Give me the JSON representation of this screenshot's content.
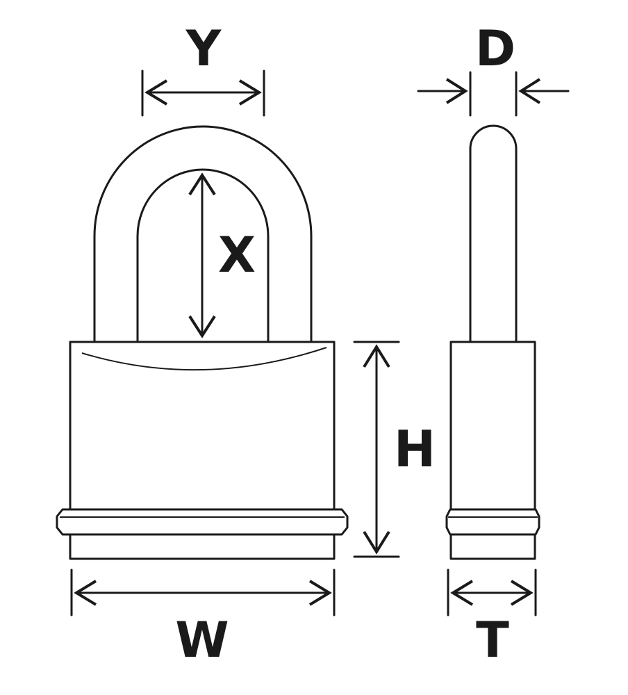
{
  "labels": {
    "y": "Y",
    "d": "D",
    "x": "X",
    "h": "H",
    "w": "W",
    "t": "T"
  },
  "colors": {
    "line": "#1a1a1a",
    "background": "#ffffff"
  }
}
